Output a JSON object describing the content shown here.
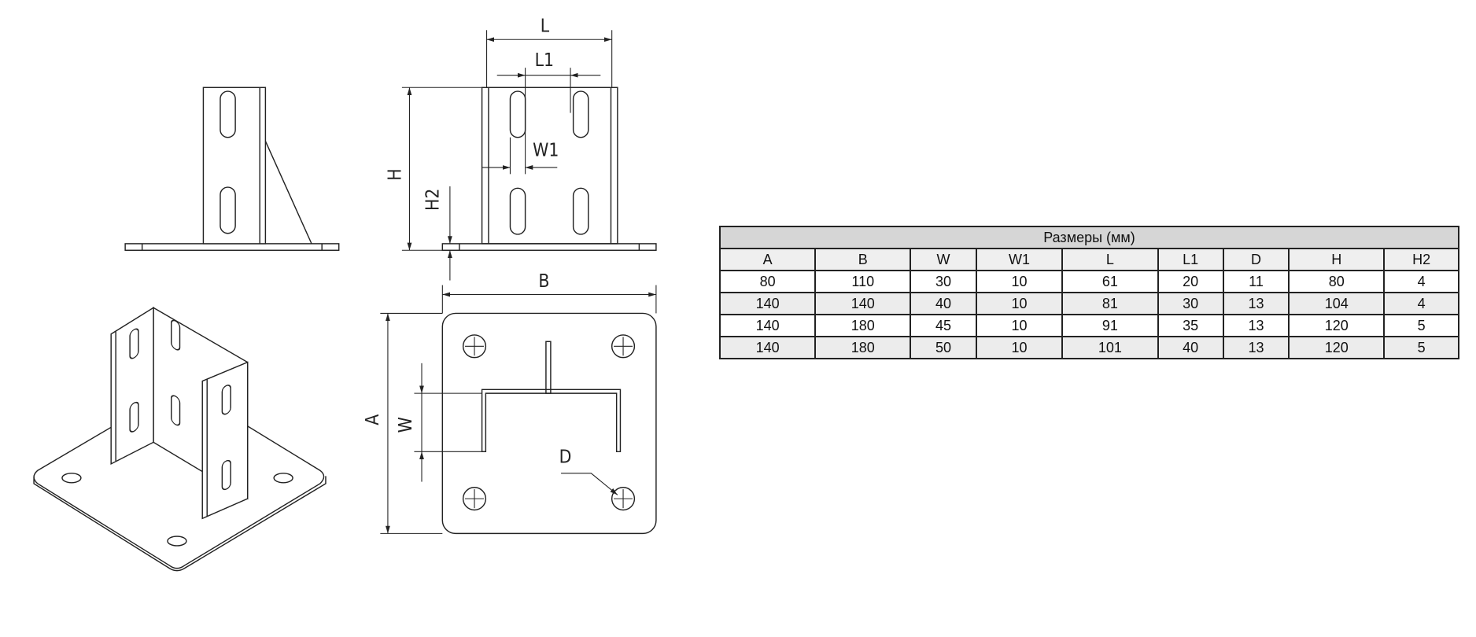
{
  "labels": {
    "L": "L",
    "L1": "L1",
    "W1": "W1",
    "H": "H",
    "H2": "H2",
    "B": "B",
    "A": "A",
    "W": "W",
    "D": "D"
  },
  "table": {
    "title": "Размеры (мм)",
    "headers": [
      "A",
      "B",
      "W",
      "W1",
      "L",
      "L1",
      "D",
      "H",
      "H2"
    ],
    "rows": [
      [
        "80",
        "110",
        "30",
        "10",
        "61",
        "20",
        "11",
        "80",
        "4"
      ],
      [
        "140",
        "140",
        "40",
        "10",
        "81",
        "30",
        "13",
        "104",
        "4"
      ],
      [
        "140",
        "180",
        "45",
        "10",
        "91",
        "35",
        "13",
        "120",
        "5"
      ],
      [
        "140",
        "180",
        "50",
        "10",
        "101",
        "40",
        "13",
        "120",
        "5"
      ]
    ]
  }
}
